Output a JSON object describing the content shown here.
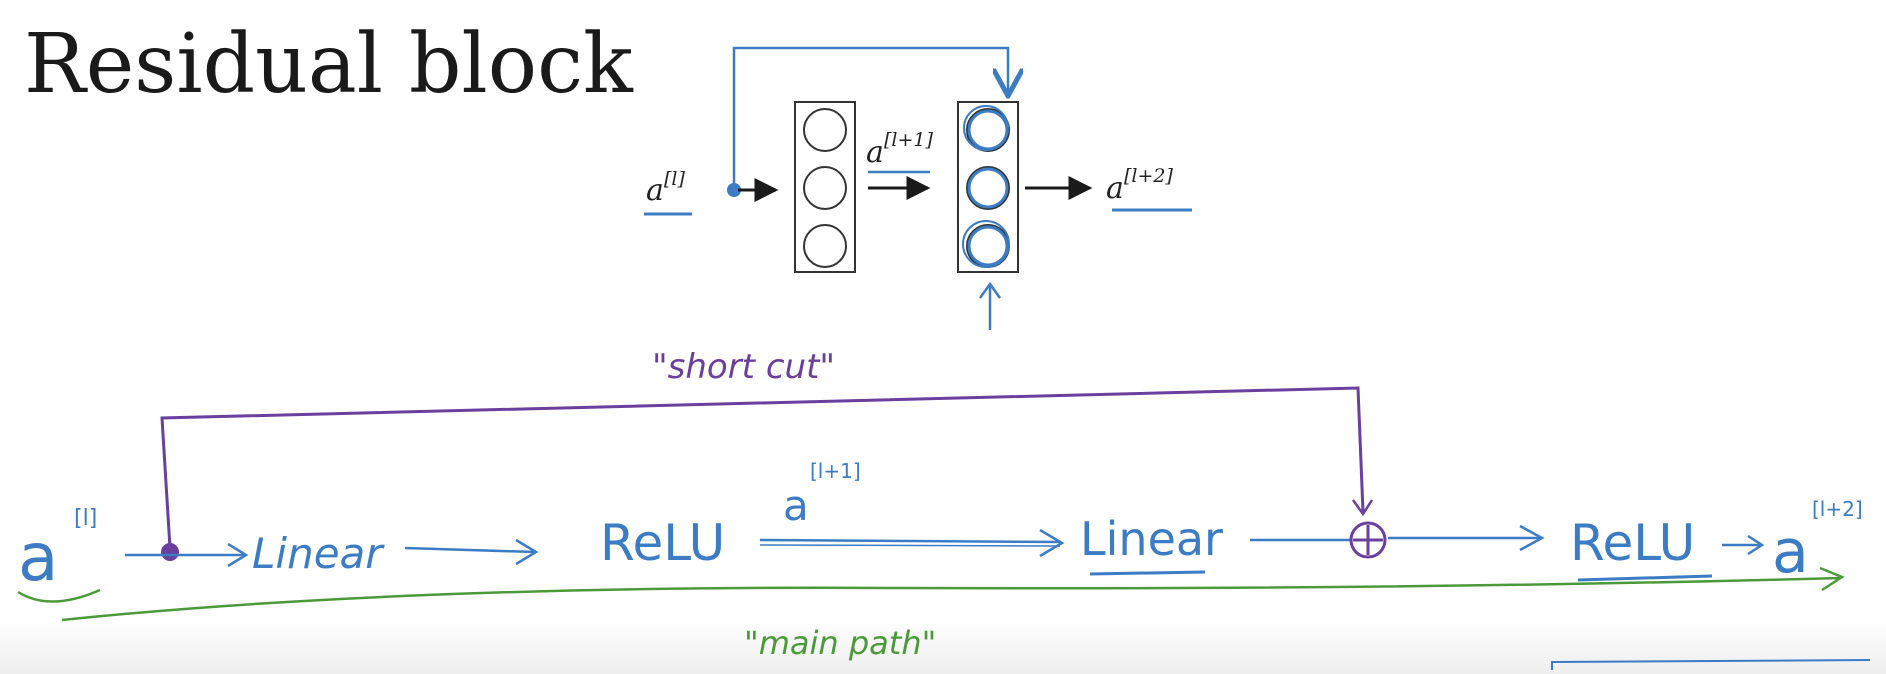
{
  "title": "Residual block",
  "top_diagram": {
    "input_label": "a",
    "input_sup": "[l]",
    "middle_label": "a",
    "middle_sup": "[l+1]",
    "output_label": "a",
    "output_sup": "[l+2]"
  },
  "bottom_diagram": {
    "shortcut_label": "\"short cut\"",
    "main_path_label": "\"main path\"",
    "input_label": "a",
    "input_sup": "[l]",
    "node1": "Linear",
    "node2": "ReLU",
    "mid_label": "a",
    "mid_sup": "[l+1]",
    "node3": "Linear",
    "node4": "ReLU",
    "output_label": "a",
    "output_sup": "[l+2]"
  },
  "colors": {
    "blue": "#3c7cc4",
    "purple": "#6b3f9e",
    "green": "#4a9a3a",
    "black": "#1a1a1a"
  }
}
